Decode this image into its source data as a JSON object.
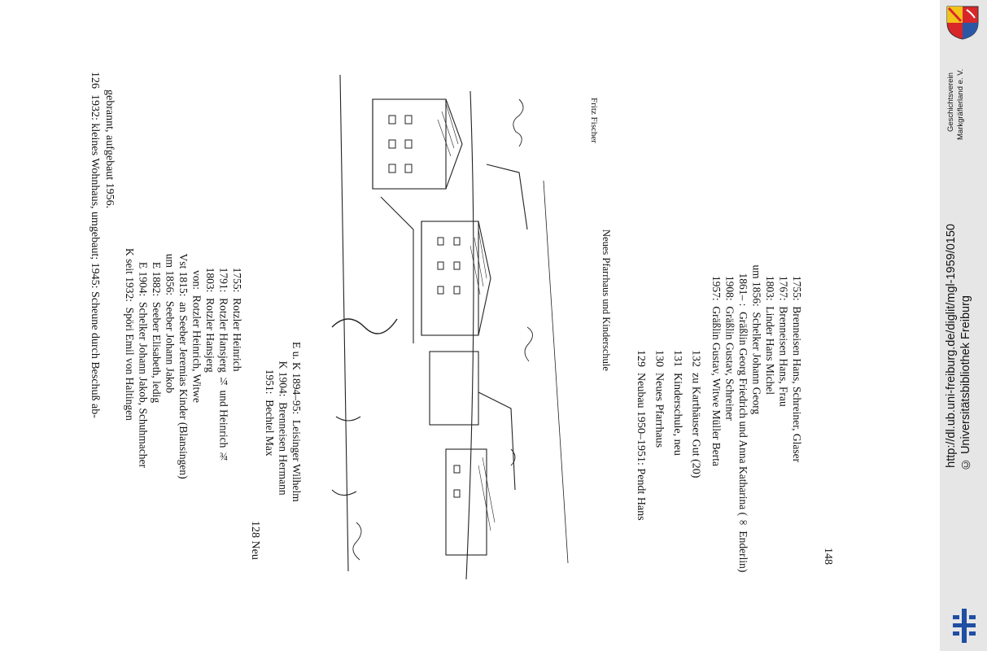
{
  "page_number": "148",
  "entries_top": [
    {
      "no": "126",
      "text": "1932: kleines Wohnhaus, umgebaut; 1945: Scheune durch Beschuß ab-"
    },
    {
      "no": "",
      "text": "gebrannt, aufgebaut 1956."
    }
  ],
  "owners_126": [
    "K seit 1932:  Spöri Emil von Haltingen",
    "     E 1904:  Schelker Johann Jakob, Schuhmacher",
    "     E 1882:  Seeber Elisabeth, ledig",
    "  um 1856:  Seeber Johann Jakob",
    "  Vst 1815:  an Seeber Jeremias Kinder (Blansingen)",
    "        von:  Rotzler Heinrich, Witwe",
    "       1803:  Rotzler Hansjerg",
    "       1791:  Rotzler Hansjerg ¼ und Heinrich ¾",
    "       1755:  Rotzler Heinrich"
  ],
  "entry_128_heading": "128 Neu",
  "owners_128": [
    "          1951:  Bechtel Max",
    "       K 1904:  Brenneisen Hermann",
    "E u. K 1894–95:  Leisinger Wilhelm"
  ],
  "sketch": {
    "artist": "Fritz Fischer",
    "caption": "Neues Pfarrhaus und Kinderschule"
  },
  "entries_bottom": [
    "129  Neubau 1950–1951: Pendt Hans",
    "130  Neues Pfarrhaus",
    "131  Kinderschule, neu",
    "132  zu Karthäuser Gut (20)"
  ],
  "owners_132": [
    "     1957:  Gräßlin Gustav, Witwe Müller Berta",
    "     1908:  Gräßlin Gustav, Schreiner",
    "    1861– :  Gräßlin Georg Friedrich und Anna Katharina (∞ Enderlin)",
    " um 1856:  Schelker Johann Georg",
    "     1803:  Linder Hans Michel",
    "     1767:  Brenneisen Hans, Frau",
    "     1755:  Brenneisen Hans, Schreiner, Glaser"
  ],
  "sidebar": {
    "url": "http://dl.ub.uni-freiburg.de/diglit/mgl-1959/0150",
    "library": "© Universitätsbibliothek Freiburg",
    "society_line1": "Geschichtsverein",
    "society_line2": "Markgräflerland e. V.",
    "crest_icon": "coat-of-arms-icon",
    "logo_icon": "ub-freiburg-logo-icon"
  }
}
